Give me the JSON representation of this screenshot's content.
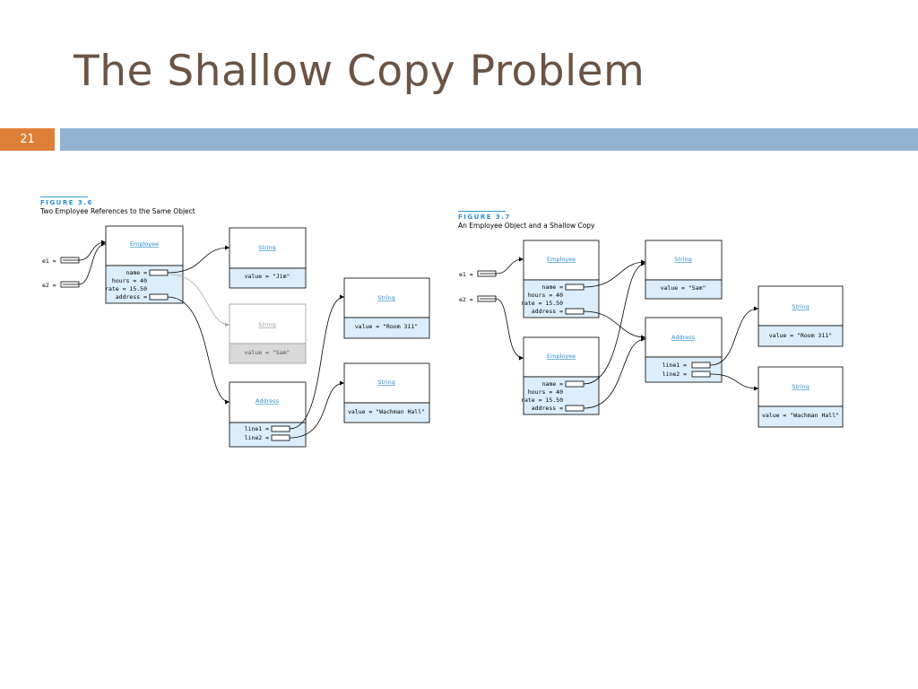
{
  "slide": {
    "title": "The Shallow Copy Problem",
    "number": "21"
  },
  "figures": [
    {
      "label": "FIGURE 3.6",
      "caption": "Two Employee References to the Same Object",
      "refs": [
        "e1 =",
        "e2 ="
      ],
      "employee": {
        "class": "Employee",
        "fields": [
          "name =",
          "hours = 40",
          "rate = 15.50",
          "address ="
        ]
      },
      "strings": [
        {
          "class": "String",
          "value": "value = \"Jim\""
        },
        {
          "class": "String",
          "value": "value = \"Sam\""
        },
        {
          "class": "String",
          "value": "value = \"Room 311\""
        },
        {
          "class": "String",
          "value": "value = \"Wachman Hall\""
        }
      ],
      "address": {
        "class": "Address",
        "fields": [
          "line1 =",
          "line2 ="
        ]
      }
    },
    {
      "label": "FIGURE 3.7",
      "caption": "An Employee Object and a Shallow Copy",
      "refs": [
        "e1 =",
        "e2 ="
      ],
      "employees": [
        {
          "class": "Employee",
          "fields": [
            "name =",
            "hours = 40",
            "rate = 15.50",
            "address ="
          ]
        },
        {
          "class": "Employee",
          "fields": [
            "name =",
            "hours = 40",
            "rate = 15.50",
            "address ="
          ]
        }
      ],
      "strings": [
        {
          "class": "String",
          "value": "value = \"Sam\""
        },
        {
          "class": "String",
          "value": "value = \"Room 311\""
        },
        {
          "class": "String",
          "value": "value = \"Wachman Hall\""
        }
      ],
      "address": {
        "class": "Address",
        "fields": [
          "line1 =",
          "line2 ="
        ]
      }
    }
  ],
  "colors": {
    "title": "#6b5444",
    "slide_number_bg": "#de7f37",
    "header_bar": "#93b4d1",
    "class_name": "#2a8fd0",
    "field_bg": "#dcedfb",
    "faded_field_bg": "#d9d9d9",
    "faded_text": "#9a9a9a",
    "arrow": "#000000",
    "faded_arrow": "#aaaaaa"
  }
}
